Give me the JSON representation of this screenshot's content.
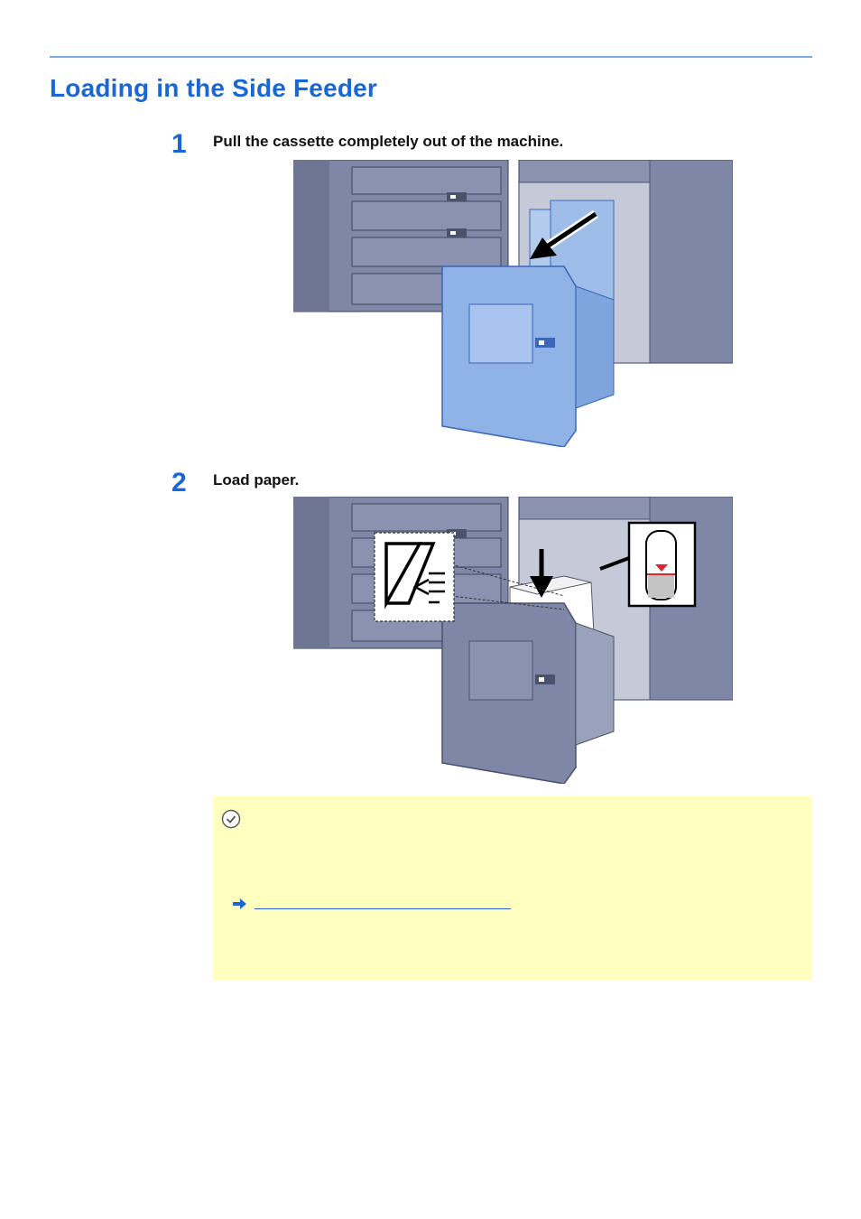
{
  "page": {
    "title": "Loading in the Side Feeder"
  },
  "steps": [
    {
      "number": "1",
      "text": "Pull the cassette completely out of the machine."
    },
    {
      "number": "2",
      "text": "Load paper."
    }
  ],
  "colors": {
    "heading_blue": "#1a66d6",
    "rule_blue": "#7aa7e8",
    "machine_gray": "#7f87a6",
    "cassette_blue": "#8fb3e6",
    "note_yellow": "#ffffc0",
    "indicator_red": "#e0262c"
  },
  "icons": {
    "step1": "printer-cassette-pull-illustration",
    "step2": "printer-load-paper-illustration",
    "note": "check-circle-icon",
    "link": "arrow-right-icon"
  }
}
